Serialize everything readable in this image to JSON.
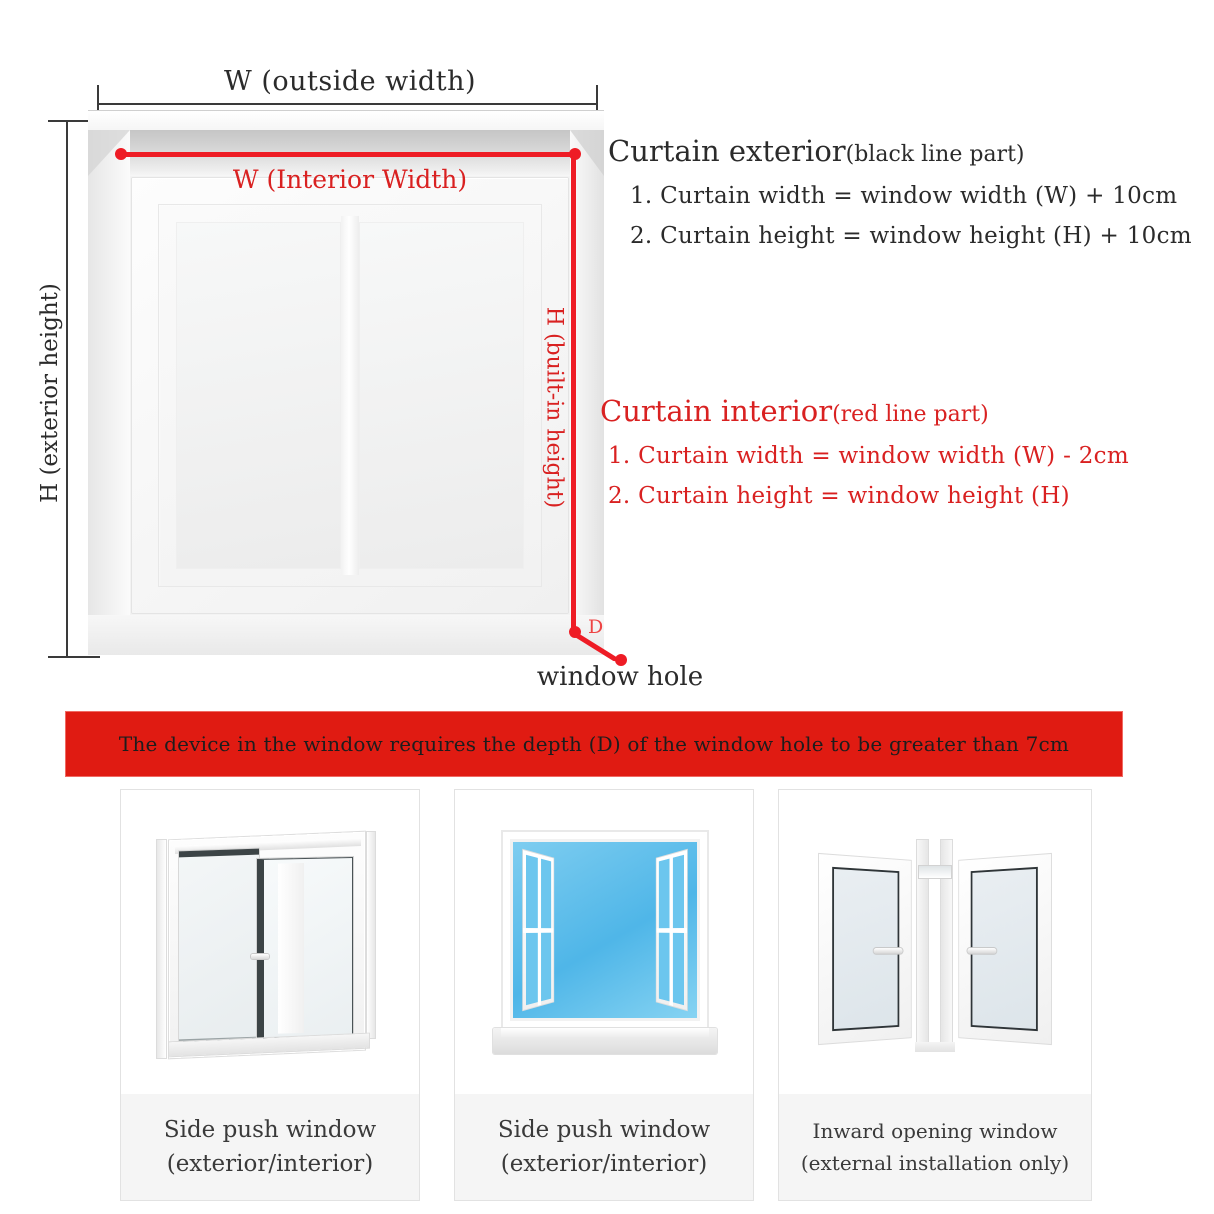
{
  "diagram": {
    "labels": {
      "w_outside": "W (outside width)",
      "h_exterior": "H (exterior height)",
      "w_interior": "W (Interior Width)",
      "h_builtin": "H (built-in height)",
      "depth_marker": "D",
      "window_hole": "window hole"
    },
    "colors": {
      "red": "#ee1c25",
      "black": "#2b2b2b",
      "banner_red": "#e01b12"
    }
  },
  "exterior_block": {
    "heading_main": "Curtain exterior",
    "heading_sub": "(black line part)",
    "lines": [
      "1. Curtain width = window width (W) + 10cm",
      "2. Curtain height = window height (H) + 10cm"
    ]
  },
  "interior_block": {
    "heading_main": "Curtain interior",
    "heading_sub": "(red line part)",
    "lines": [
      "1. Curtain width = window width (W) - 2cm",
      "2. Curtain height = window height (H)"
    ]
  },
  "banner": {
    "text": "The device in the window requires the depth (D) of the window hole to be greater than 7cm"
  },
  "cards": [
    {
      "art": "sliding-window-icon",
      "caption_line1": "Side push window",
      "caption_line2": "(exterior/interior)"
    },
    {
      "art": "open-casement-window-icon",
      "caption_line1": "Side push window",
      "caption_line2": "(exterior/interior)"
    },
    {
      "art": "inward-opening-window-icon",
      "caption_line1": "Inward opening window",
      "caption_line2": "(external installation only)"
    }
  ]
}
